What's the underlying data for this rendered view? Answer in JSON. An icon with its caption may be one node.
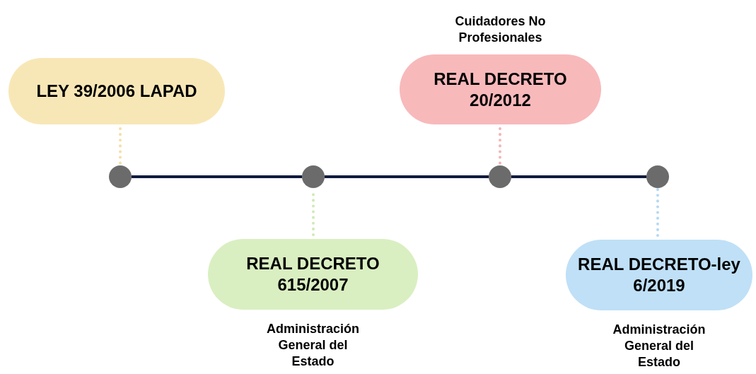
{
  "diagram": {
    "nodes": [
      {
        "text": [
          "LEY 39/2006 LAPAD"
        ]
      },
      {
        "text": [
          "REAL DECRETO 20/2012"
        ],
        "beside": [
          "Cuidadores No Profesionales"
        ]
      },
      {
        "text": [],
        "shape": "circle"
      },
      {
        "text": [],
        "shape": "circle"
      },
      {
        "text": [],
        "shape": "circle"
      },
      {
        "text": [],
        "shape": "circle"
      },
      {
        "text": [
          "REAL DECRETO 615/2007"
        ],
        "beside": [
          "Administración General del Estado"
        ]
      },
      {
        "text": [
          "REAL DECRETO-ley 6/2019"
        ],
        "beside": [
          "Administración General del Estado"
        ]
      }
    ],
    "edges": [
      {
        "from": 2,
        "to": 3,
        "arrow": "none"
      },
      {
        "from": 3,
        "to": 4,
        "arrow": "none"
      },
      {
        "from": 4,
        "to": 5,
        "arrow": "none"
      },
      {
        "from": 0,
        "to": 2,
        "arrow": "none",
        "style": "dashed",
        "color": "#f6dfa4"
      },
      {
        "from": 6,
        "to": 3,
        "arrow": "none",
        "style": "dashed",
        "color": "#cfeab5"
      },
      {
        "from": 1,
        "to": 4,
        "arrow": "none",
        "style": "dashed",
        "color": "#f4b4b6"
      },
      {
        "from": 7,
        "to": 5,
        "arrow": "none",
        "style": "dashed",
        "color": "#b4d9f4"
      }
    ]
  }
}
